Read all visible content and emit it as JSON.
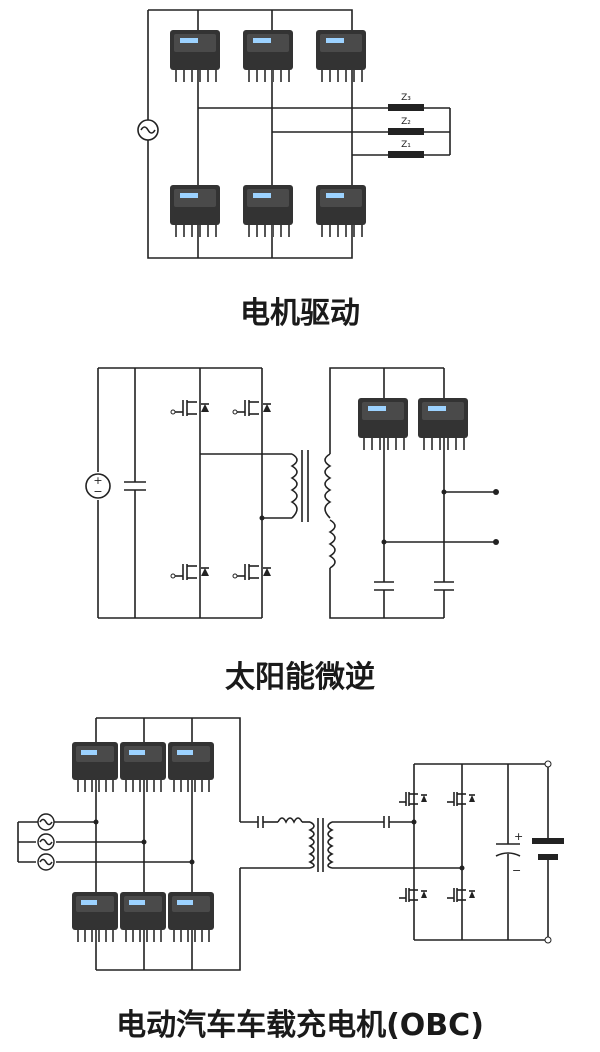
{
  "diagrams": [
    {
      "id": "motor-drive",
      "caption": "电机驱动",
      "impedances": [
        "Z₃",
        "Z₂",
        "Z₁"
      ]
    },
    {
      "id": "solar-micro-inverter",
      "caption": "太阳能微逆"
    },
    {
      "id": "ev-obc",
      "caption": "电动汽车车载充电机(OBC)",
      "capacitor_polarity": {
        "plus": "+",
        "minus": "−"
      }
    }
  ],
  "symbols": {
    "ac_source": "~",
    "dc_source_plus": "+",
    "dc_source_minus": "−"
  },
  "colors": {
    "wire": "#222222",
    "chip": "#333333",
    "chip_label": "#9cd2ff"
  }
}
